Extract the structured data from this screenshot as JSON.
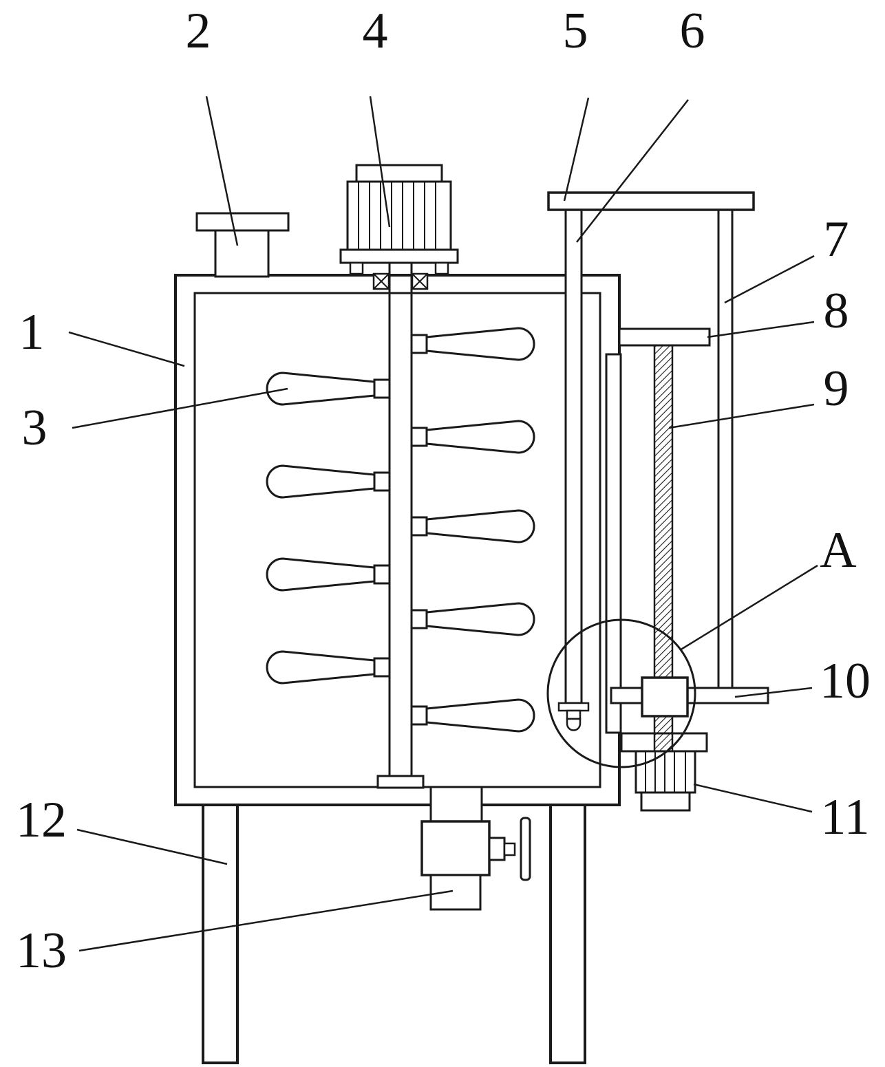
{
  "figure": {
    "kind": "patent-style technical line drawing",
    "subject": "vertical mixing tank with stirring shaft, blades, top motor, side lifting-screw mechanism, spray pipe, legs and discharge valve",
    "background_color": "#ffffff",
    "line_color": "#1a1a1a"
  },
  "labels": {
    "n1": "1",
    "n2": "2",
    "n3": "3",
    "n4": "4",
    "n5": "5",
    "n6": "6",
    "n7": "7",
    "n8": "8",
    "n9": "9",
    "n10": "10",
    "n11": "11",
    "n12": "12",
    "n13": "13",
    "nA": "A"
  }
}
